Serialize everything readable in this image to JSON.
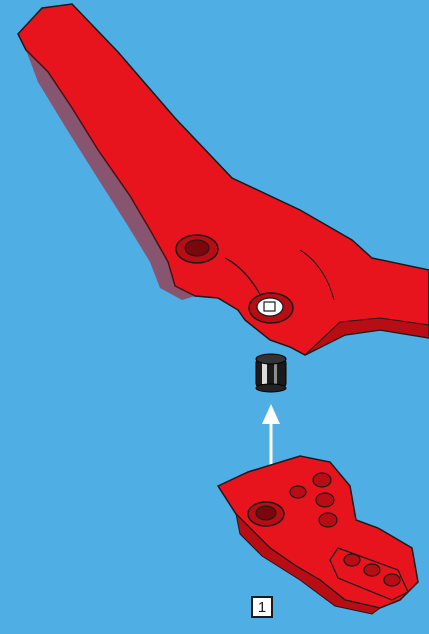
{
  "illustration": {
    "background_color": "#4faee3",
    "part_color": "#e8141d",
    "part_shadow_color": "#b80d14",
    "outline_color": "#1a1a1a",
    "arrow_color": "#ffffff",
    "parts": [
      {
        "name": "upper-red-part"
      },
      {
        "name": "black-pin"
      },
      {
        "name": "lower-red-part"
      }
    ]
  },
  "step": {
    "number": "1"
  }
}
